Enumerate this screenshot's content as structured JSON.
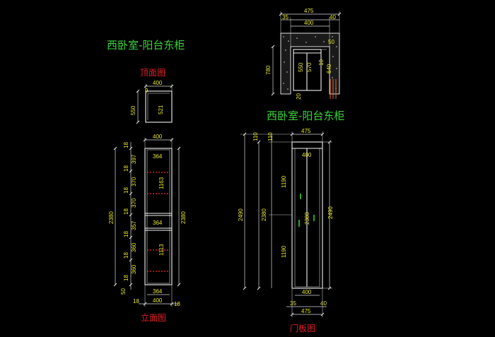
{
  "titles": {
    "top_left": "西卧室-阳台东柜",
    "top_right": "西卧室-阳台东柜"
  },
  "view_labels": {
    "plan": "顶面图",
    "elevation": "立面图",
    "door": "门板图"
  },
  "plan_view": {
    "width": "400",
    "small": "9",
    "depth_outer": "550",
    "depth_inner": "521"
  },
  "elevation": {
    "top_width": "400",
    "bottom_width": "400",
    "inner_width_1": "364",
    "inner_width_2": "364",
    "inner_width_3": "364",
    "side_left": "18",
    "side_right": "18",
    "bottom_small": "50",
    "height_left": "2380",
    "height_right": "2380",
    "upper_inner": "1163",
    "lower_inner": "1113",
    "left_stack": [
      "18",
      "397",
      "18",
      "370",
      "18",
      "370",
      "18",
      "357",
      "18",
      "360",
      "18",
      "360",
      "18"
    ]
  },
  "site_plan": {
    "overall": "475",
    "left_small": "35",
    "right_small": "40",
    "inner": "400",
    "small50": "50",
    "height_left": "780",
    "depth1": "550",
    "depth2": "570",
    "depth3": "640",
    "small20": "20",
    "small10": "10"
  },
  "door": {
    "overall_top": "475",
    "inner_top": "400",
    "overall_bottom": "475",
    "inner_bottom": "400",
    "left_bottom": "35",
    "right_bottom": "40",
    "h_total": "2490",
    "h_total_right": "2490",
    "h_mid": "2380",
    "h_door": "2380",
    "top_gap_1": "110",
    "top_gap_2": "110",
    "upper_leaf": "1190",
    "lower_leaf": "1190"
  }
}
